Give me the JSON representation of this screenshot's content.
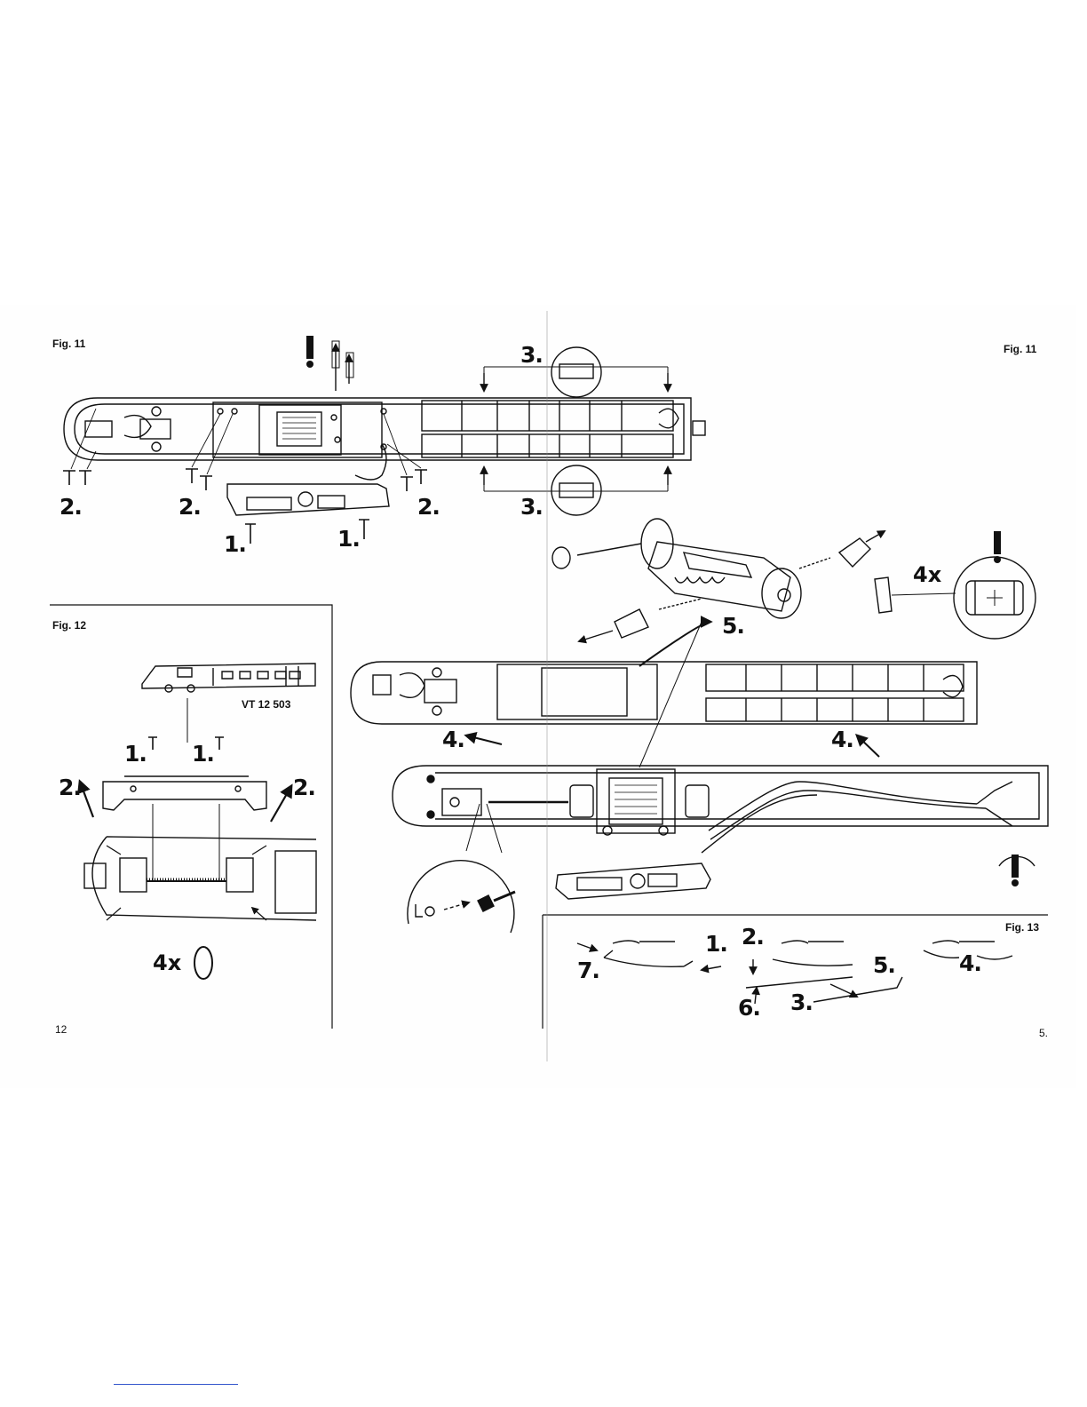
{
  "fig_labels": {
    "fig11_left": "Fig. 11",
    "fig11_right": "Fig. 11",
    "fig12": "Fig. 12",
    "fig13": "Fig. 13"
  },
  "steps": {
    "s1": "1.",
    "s2": "2.",
    "s3": "3.",
    "s4": "4.",
    "s5": "5.",
    "s6": "6.",
    "s7": "7."
  },
  "quantities": {
    "four_x": "4x"
  },
  "caption_model": "VT 12 503",
  "page_numbers": {
    "left": "12",
    "right": "5."
  },
  "icons": [
    "exclamation-icon",
    "screw-icon",
    "spring-icon",
    "arrow-icon",
    "magnifier-circle-icon"
  ]
}
